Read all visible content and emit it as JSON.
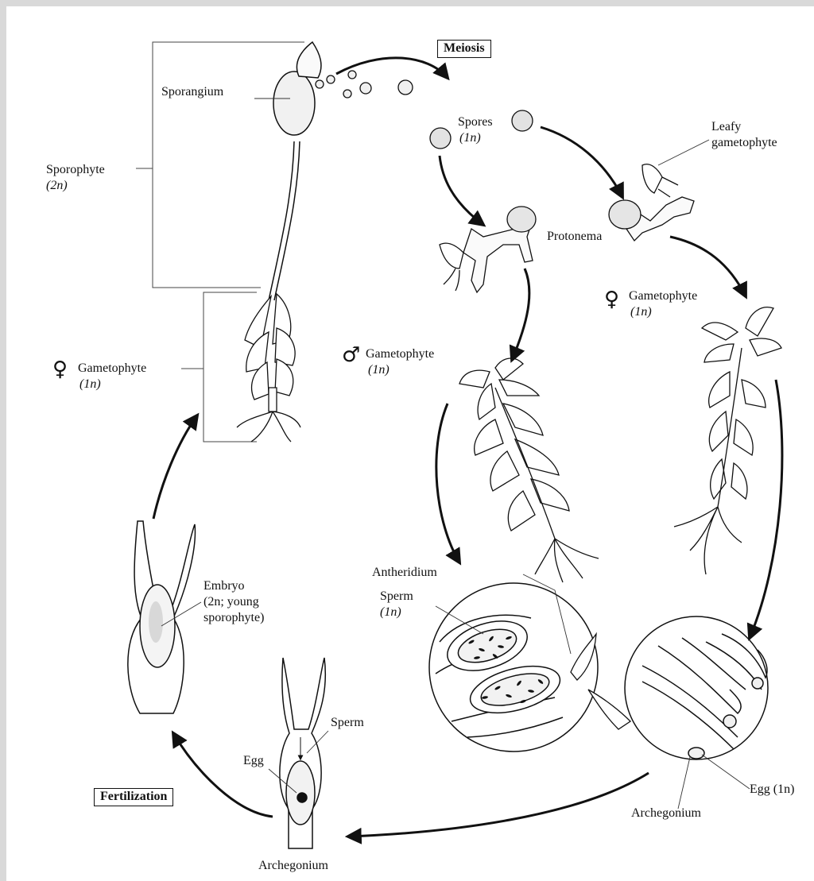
{
  "stages": {
    "meiosis": "Meiosis",
    "fertilization": "Fertilization"
  },
  "labels": {
    "sporangium": "Sporangium",
    "sporophyte": "Sporophyte",
    "sporophyte_ploidy": "(2n)",
    "spores": "Spores",
    "spores_ploidy": "(1n)",
    "leafy_gametophyte_1": "Leafy",
    "leafy_gametophyte_2": "gametophyte",
    "protonema": "Protonema",
    "female_gametophyte_right": "Gametophyte",
    "female_gametophyte_right_ploidy": "(1n)",
    "male_gametophyte": "Gametophyte",
    "male_gametophyte_ploidy": "(1n)",
    "female_gametophyte_left": "Gametophyte",
    "female_gametophyte_left_ploidy": "(1n)",
    "antheridium": "Antheridium",
    "sperm_circle": "Sperm",
    "sperm_circle_ploidy": "(1n)",
    "embryo_1": "Embryo",
    "embryo_2": "(2n; young",
    "embryo_3": "sporophyte)",
    "sperm_arch": "Sperm",
    "egg_arch": "Egg",
    "egg_right": "Egg (1n)",
    "archegonium_right": "Archegonium",
    "archegonium_bottom": "Archegonium"
  },
  "symbols": {
    "female": "♀",
    "male": "♂"
  },
  "colors": {
    "ink": "#111111",
    "background": "#ffffff",
    "border": "#d9d9d9"
  }
}
